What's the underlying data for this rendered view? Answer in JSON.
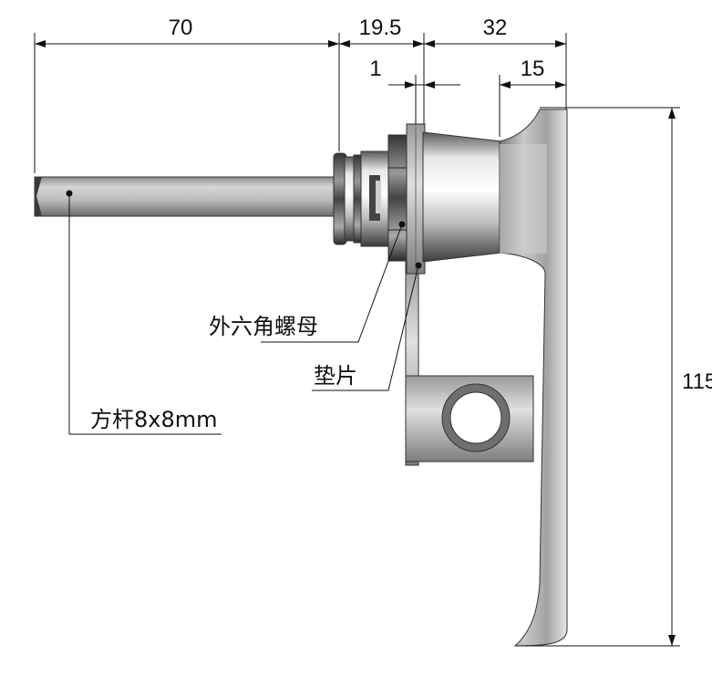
{
  "dimensions": {
    "rod_length": "70",
    "lock_body": "19.5",
    "handle_depth": "32",
    "washer_thickness": "1",
    "handle_grip": "15",
    "handle_height": "115"
  },
  "callouts": {
    "hex_nut": "外六角螺母",
    "washer": "垫片",
    "square_rod": "方杆8x8mm"
  }
}
